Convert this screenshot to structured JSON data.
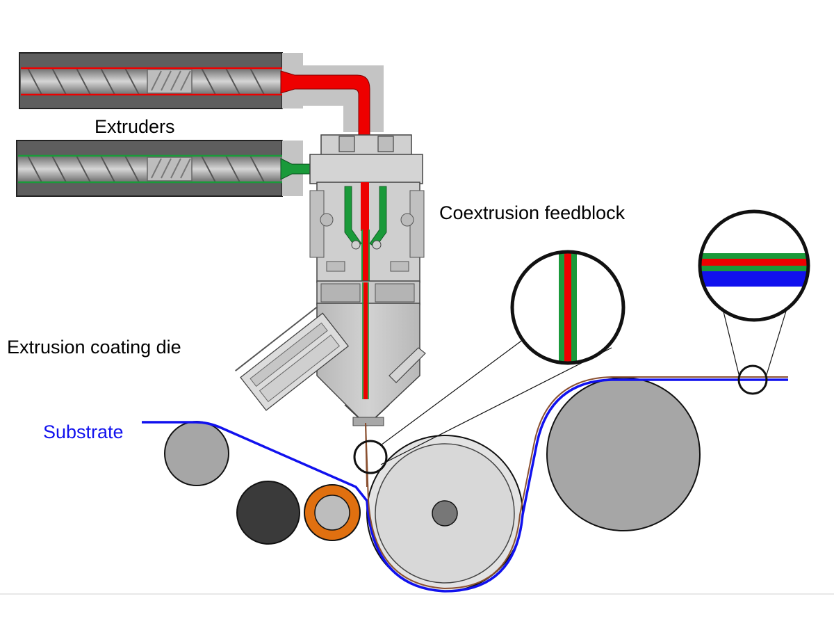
{
  "labels": {
    "extruders": "Extruders",
    "feedblock": "Coextrusion feedblock",
    "die": "Extrusion coating die",
    "substrate": "Substrate"
  },
  "colors": {
    "layer_core": "#ee0000",
    "layer_skin": "#1a9a3a",
    "substrate": "#1111ee",
    "roll_orange": "#e07010",
    "roll_dark": "#3a3a3a",
    "machine_gray": "#c4c4c4"
  }
}
